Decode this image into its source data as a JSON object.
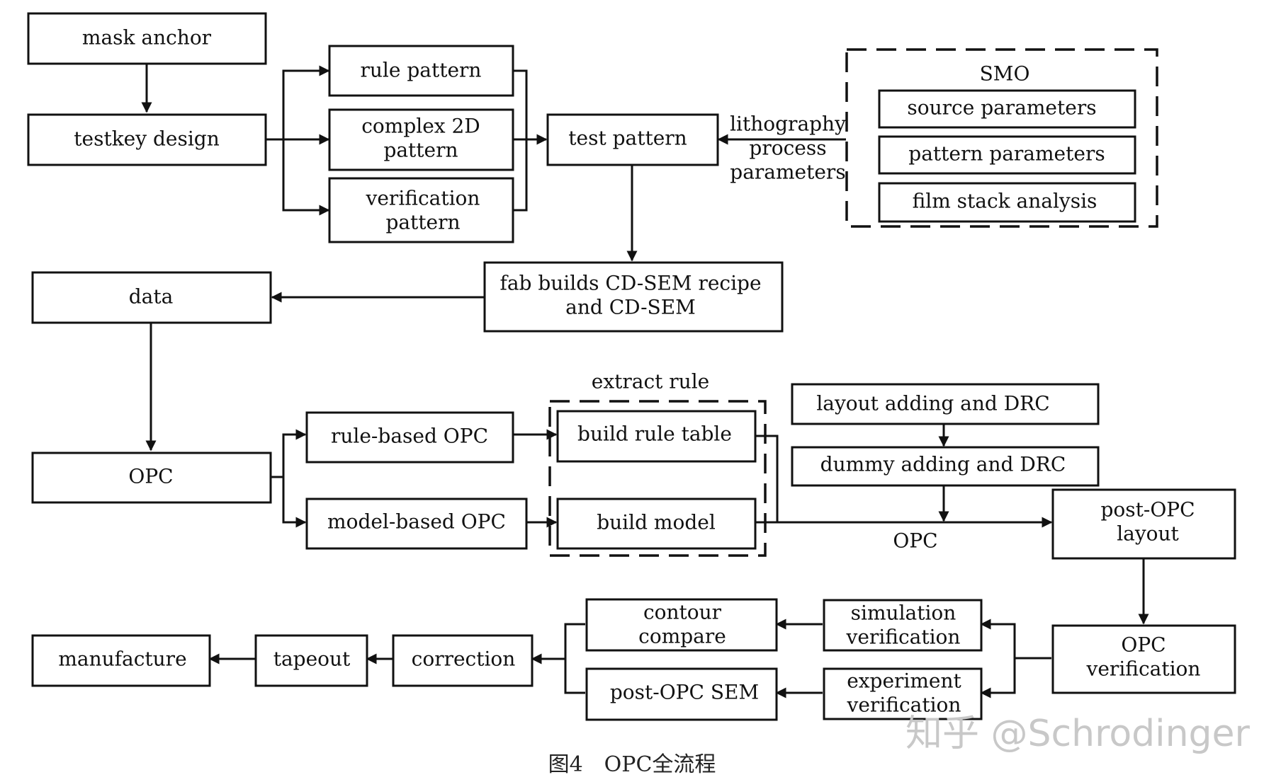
{
  "nodes": {
    "mask_anchor": "mask anchor",
    "testkey_design": "testkey design",
    "rule_pattern": "rule pattern",
    "complex_2d_pattern": [
      "complex 2D",
      "pattern"
    ],
    "verification_pattern": [
      "verification",
      "pattern"
    ],
    "test_pattern": "test pattern",
    "lithography_params": [
      "lithography",
      "process",
      "parameters"
    ],
    "smo_title": "SMO",
    "source_parameters": "source parameters",
    "pattern_parameters": "pattern parameters",
    "film_stack_analysis": "film stack analysis",
    "fab_builds": [
      "fab builds CD-SEM recipe",
      "and CD-SEM"
    ],
    "data": "data",
    "opc": "OPC",
    "rule_based_opc": "rule-based OPC",
    "model_based_opc": "model-based OPC",
    "extract_rule": "extract rule",
    "build_rule_table": "build rule table",
    "build_model": "build model",
    "layout_adding_drc": "layout adding and DRC",
    "dummy_adding_drc": "dummy adding and DRC",
    "opc_line_label": "OPC",
    "post_opc_layout": [
      "post-OPC",
      "layout"
    ],
    "opc_verification": [
      "OPC",
      "verification"
    ],
    "simulation_verification": [
      "simulation",
      "verification"
    ],
    "experiment_verification": [
      "experiment",
      "verification"
    ],
    "contour_compare": [
      "contour",
      "compare"
    ],
    "post_opc_sem": "post-OPC SEM",
    "correction": "correction",
    "tapeout": "tapeout",
    "manufacture": "manufacture"
  },
  "watermark": "知乎 @Schrodinger",
  "caption": "图4　OPC全流程"
}
